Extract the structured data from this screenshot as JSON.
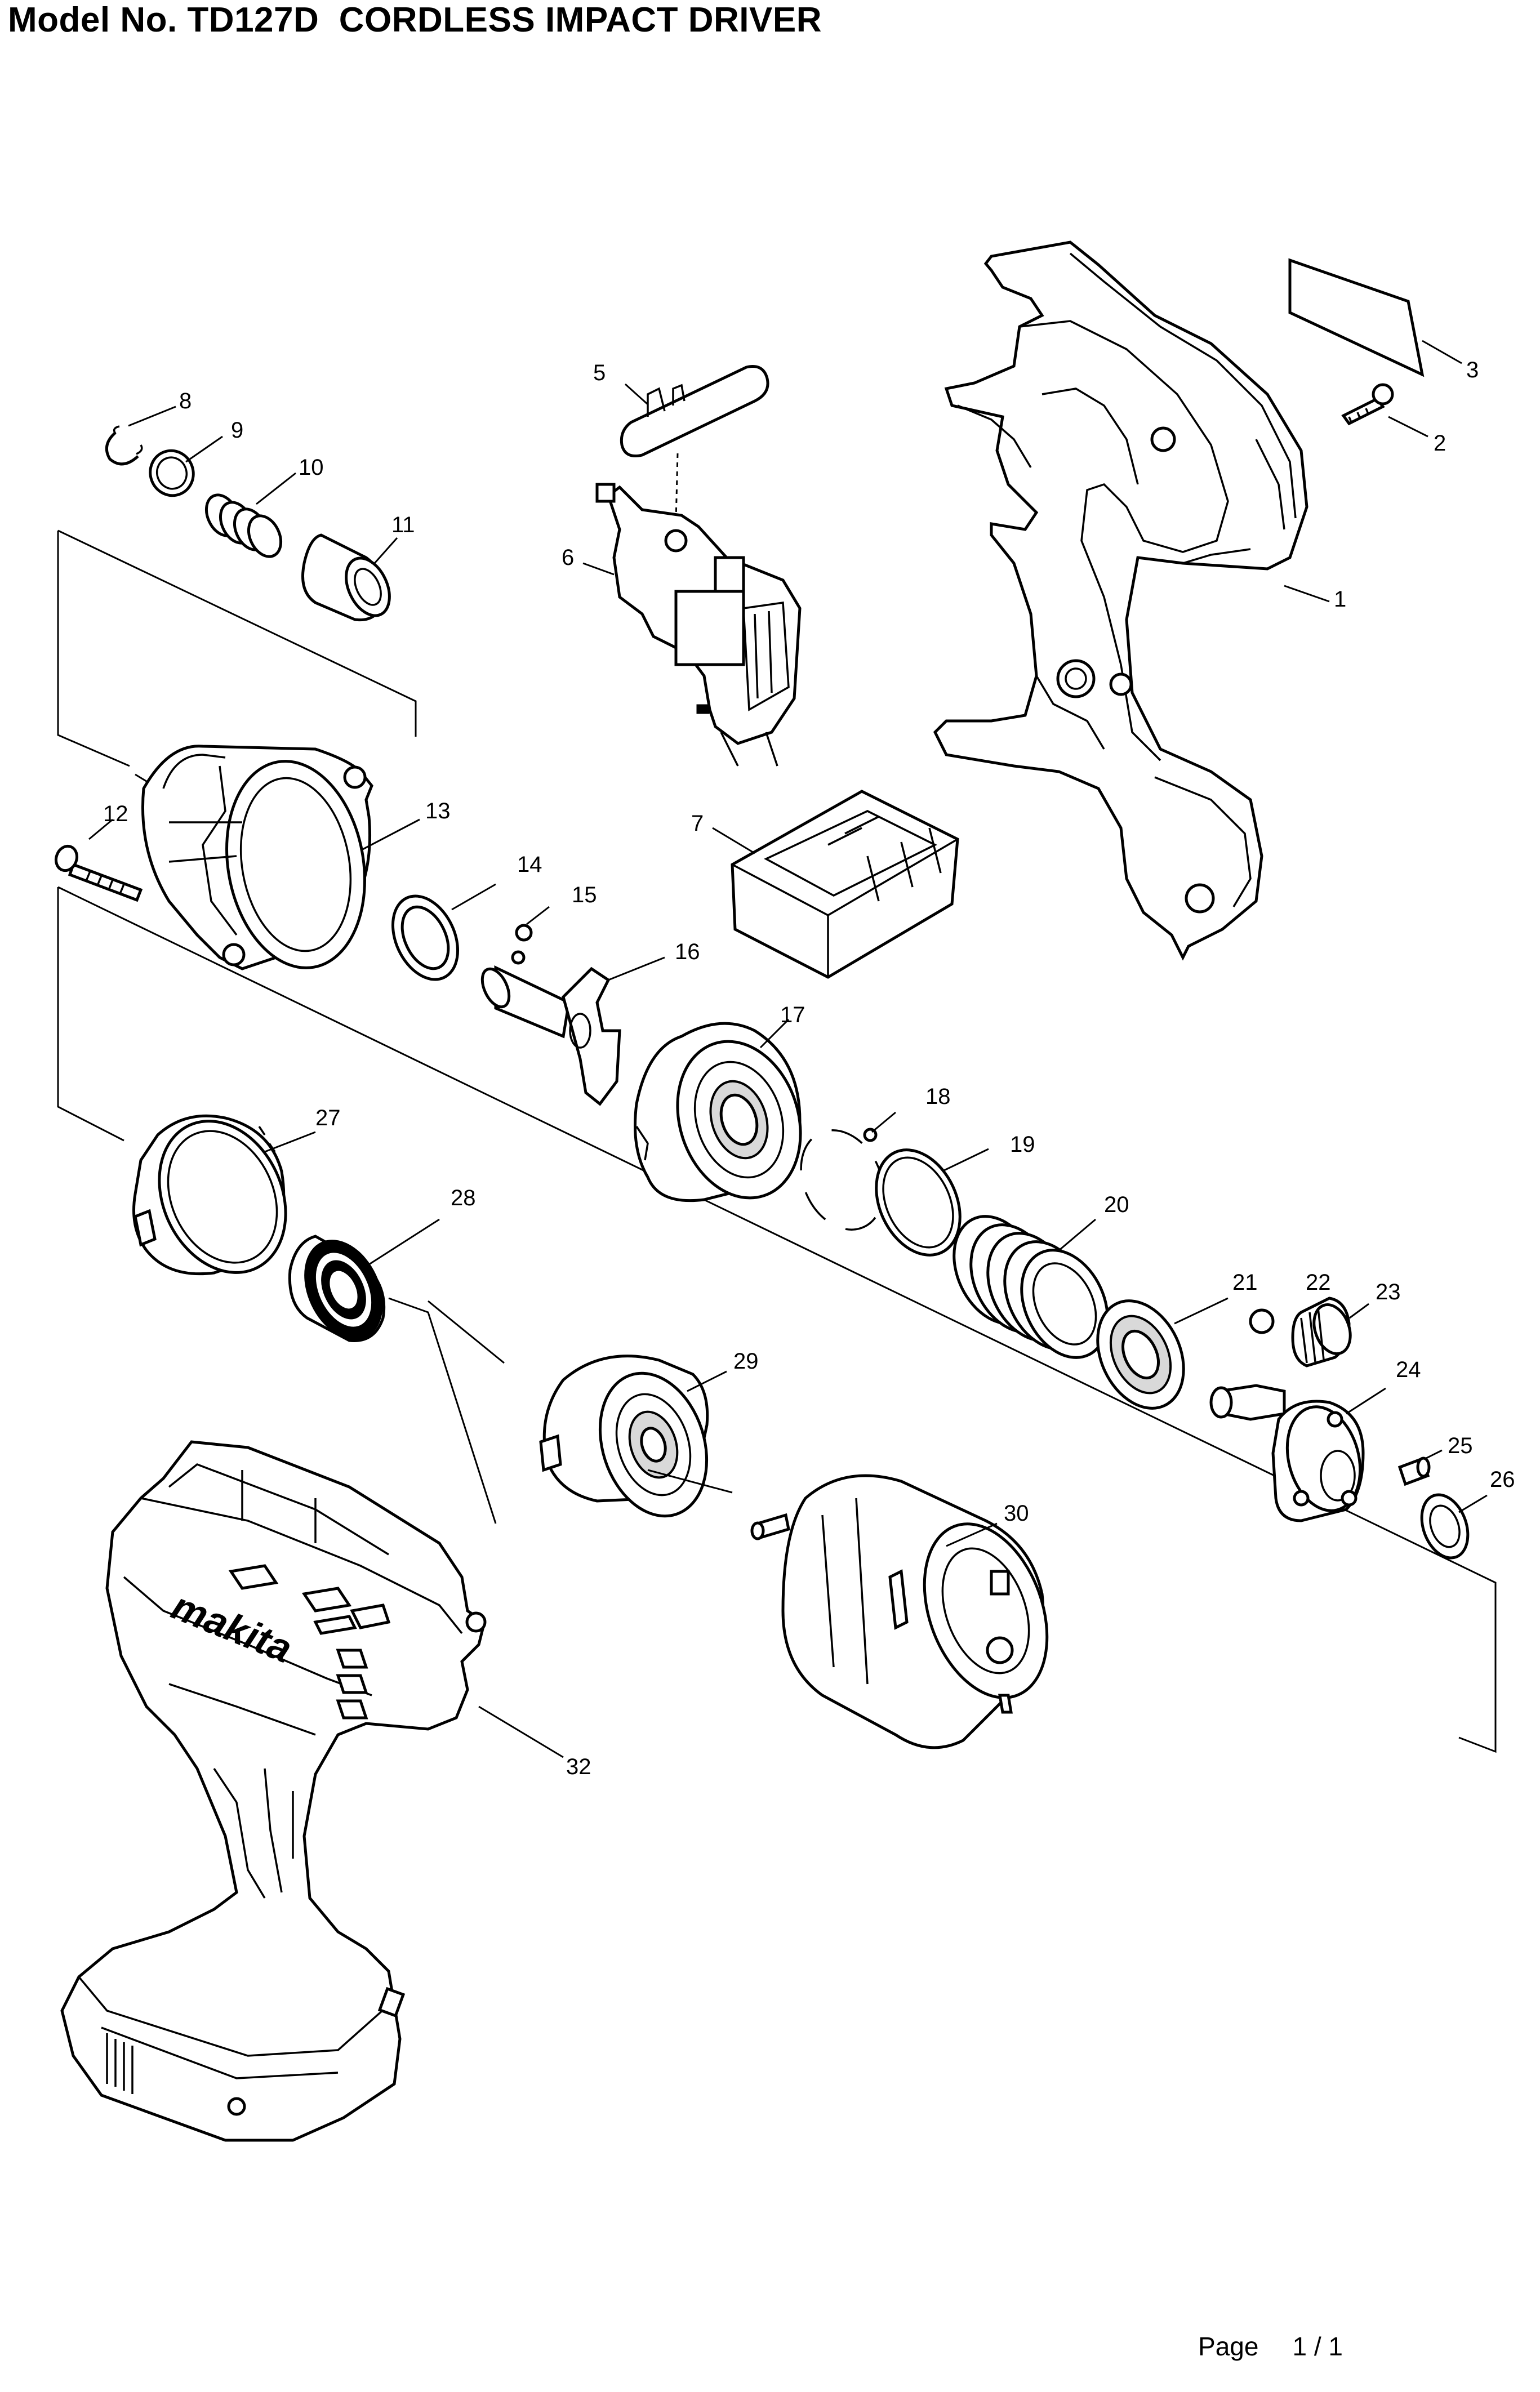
{
  "header": {
    "title": "Model No. TD127D  CORDLESS IMPACT DRIVER"
  },
  "footer": {
    "page_label": "Page",
    "page_number": "1 / 1"
  },
  "diagram": {
    "brand_mark": "makita",
    "part_labels": [
      "1",
      "2",
      "3",
      "5",
      "6",
      "7",
      "8",
      "9",
      "10",
      "11",
      "12",
      "13",
      "14",
      "15",
      "16",
      "17",
      "18",
      "19",
      "20",
      "21",
      "22",
      "23",
      "24",
      "25",
      "26",
      "27",
      "28",
      "29",
      "30",
      "32"
    ]
  }
}
